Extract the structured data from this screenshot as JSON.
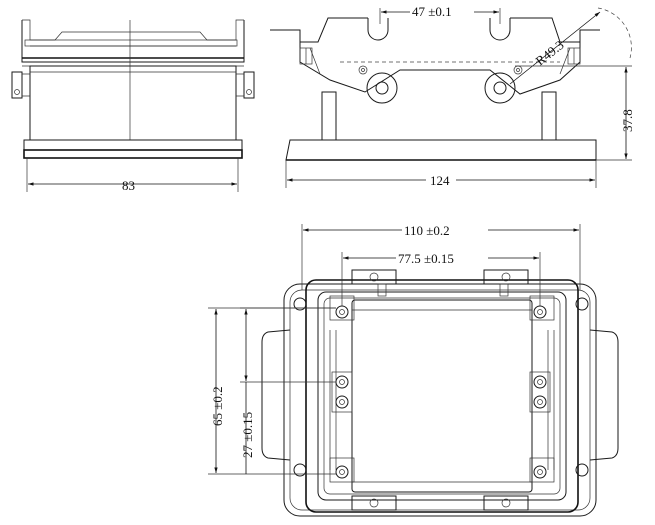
{
  "drawing": {
    "type": "technical-dimension-drawing",
    "side_view": {
      "width_label": "83"
    },
    "front_view": {
      "pin_spacing_label": "47 ±0.1",
      "radius_label": "R49.3",
      "height_label": "37.8",
      "width_label": "124"
    },
    "top_view": {
      "outer_width_label": "110 ±0.2",
      "inner_width_label": "77.5 ±0.15",
      "outer_height_label": "65 ±0.2",
      "inner_height_label": "27 ±0.15"
    }
  }
}
